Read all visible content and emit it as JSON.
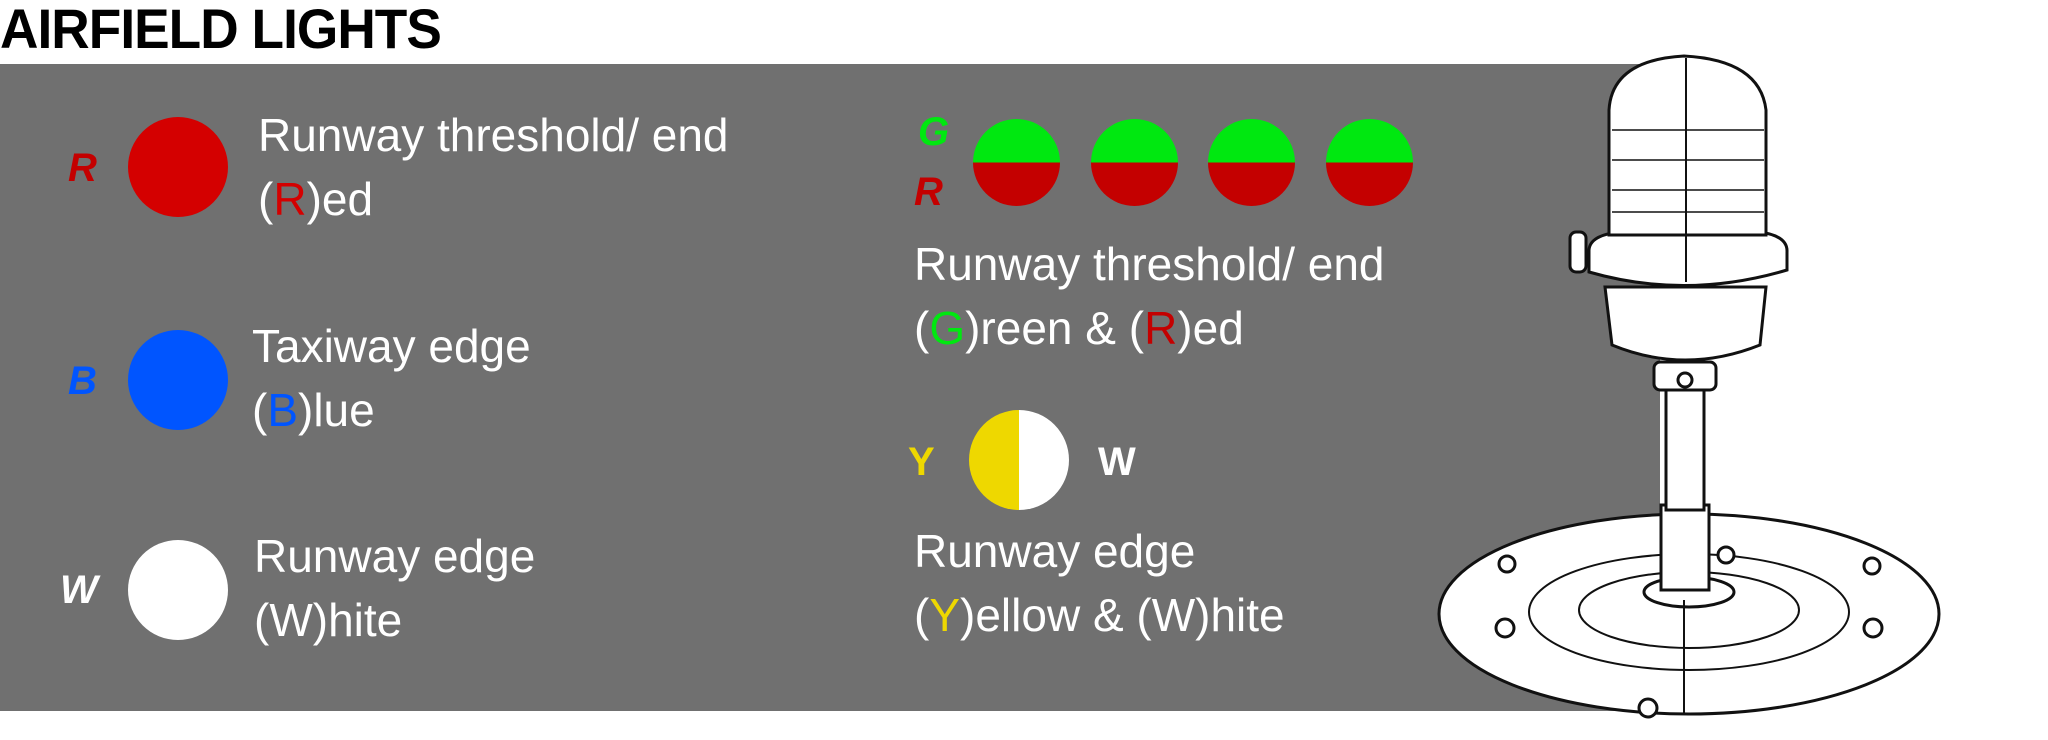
{
  "title": "AIRFIELD LIGHTS",
  "colors": {
    "red": "#d40000",
    "dark_red": "#c40000",
    "blue": "#0055ff",
    "white": "#ffffff",
    "green": "#00e810",
    "yellow": "#eed800",
    "panel": "#707070"
  },
  "left": [
    {
      "letter": "R",
      "line1": "Runway threshold/ end",
      "pre": "(",
      "key": "R",
      "post": ")ed"
    },
    {
      "letter": "B",
      "line1": "Taxiway edge",
      "pre": "(",
      "key": "B",
      "post": ")lue"
    },
    {
      "letter": "W",
      "line1": "Runway edge",
      "pre": "(",
      "key": "W",
      "post": ")hite"
    }
  ],
  "right": {
    "green_red": {
      "top_letter": "G",
      "bottom_letter": "R",
      "line1": "Runway threshold/ end",
      "p1": "(",
      "k1": "G",
      "m1": ")reen & (",
      "k2": "R",
      "e": ")ed",
      "count": 4
    },
    "yellow_white": {
      "left_letter": "Y",
      "right_letter": "W",
      "line1": "Runway edge",
      "p1": "(",
      "k1": "Y",
      "rest": ")ellow & (W)hite"
    }
  }
}
